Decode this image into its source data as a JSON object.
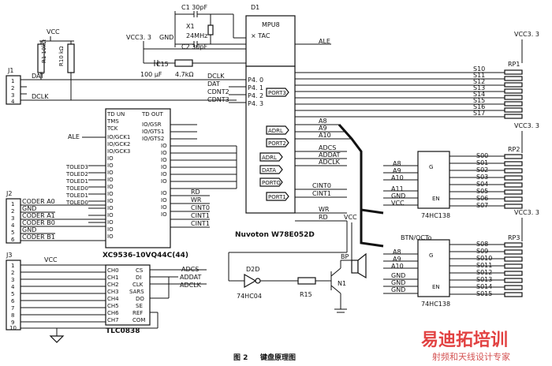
{
  "caption": {
    "fig": "图 2",
    "title": "键盘原理图"
  },
  "watermark": {
    "main": "易迪拓培训",
    "sub": "射频和天线设计专家"
  },
  "j1": {
    "ref": "J1",
    "vcc": "VCC",
    "r1": "R1 10kΩ",
    "r10": "R10 kΩ",
    "dat": "DAT",
    "dclk": "DCLK"
  },
  "osc": {
    "c1": "C1 30pF",
    "c2": "C2 30pF",
    "x1": "X1",
    "freq": "24MHz",
    "gnd": "GND",
    "c15": "C15",
    "cap": "100 μF",
    "res": "4.7kΩ",
    "vcc33": "VCC3. 3"
  },
  "d1": {
    "ref": "D1",
    "name": "MPU8",
    "tac": "× TAC",
    "ale": "ALE",
    "model": "Nuvoton W78E052D",
    "ports_left": [
      "P4. 0",
      "P4. 1",
      "P4. 2",
      "P4. 3"
    ],
    "nets_left": [
      "DCLK",
      "DAT",
      "CDNT2",
      "CDNT3"
    ],
    "bus_port": [
      "PORT3",
      "ADRL",
      "PORT2",
      "ADRL",
      "DATA",
      "PORTO",
      "PORT1"
    ],
    "pins_right": [
      "A8",
      "A9",
      "A10",
      "ADCS",
      "ADDAT",
      "ADCLK",
      "CINT0",
      "CINT1",
      "WR",
      "RD"
    ]
  },
  "cpld": {
    "ref": "XC9536-10VQ44C(44)",
    "pins_left": [
      "TD UN",
      "TMS",
      "TCK",
      "IO/GCK1",
      "IO/GCK2",
      "IO/GCK3",
      "IO",
      "IO",
      "IO",
      "IO",
      "IO",
      "IO",
      "IO",
      "IO",
      "IO",
      "IO",
      "IO",
      "IO"
    ],
    "pins_right": [
      "TD OUT",
      "IO/GSR",
      "IO/GTS1",
      "IO/GTS2",
      "IO",
      "IO",
      "IO",
      "IO",
      "IO",
      "IO",
      "IO",
      "IO",
      "IO",
      "IO"
    ],
    "nets_left": [
      "ALE",
      "TOLED3",
      "TOLED2",
      "TOLED1",
      "TOLED0",
      "TOLED1",
      "TOLED0"
    ],
    "nets_right": [
      "RD",
      "WR",
      "CINT0",
      "CINT1",
      "CINT1"
    ]
  },
  "j2": {
    "ref": "J2",
    "nets": [
      "CODER A0",
      "GND",
      "CODER A1",
      "CODER B0",
      "GND",
      "CODER B1"
    ]
  },
  "j3": {
    "ref": "J3",
    "vcc": "VCC",
    "pins": [
      "1",
      "2",
      "3",
      "4",
      "5",
      "6",
      "7",
      "8",
      "9",
      "10"
    ]
  },
  "adc": {
    "ref": "TLC0838",
    "pins_left": [
      "CH0",
      "CH1",
      "CH2",
      "CH3",
      "CH4",
      "CH5",
      "CH6",
      "CH7"
    ],
    "pins_right": [
      "CS",
      "DI",
      "CLK",
      "SARS",
      "DO",
      "SE",
      "REF",
      "COM"
    ],
    "nets": [
      "ADCS",
      "ADDAT",
      "ADCLK"
    ]
  },
  "buzzer": {
    "d2": "D2D",
    "gate": "74HC04",
    "r": "R15",
    "n1": "N1",
    "bp": "BP",
    "vcc": "VCC"
  },
  "dec": {
    "name": "74HC138",
    "inputs": [
      "A8",
      "A9",
      "A10",
      "A11",
      "GND",
      "VCC"
    ],
    "g": "G",
    "en": "EN",
    "dec2_top": "BTN/OCTo"
  },
  "rp1": {
    "ref": "RP1",
    "vcc": "VCC3. 3",
    "nets": [
      "S10",
      "S11",
      "S12",
      "S13",
      "S14",
      "S15",
      "S16",
      "S17"
    ]
  },
  "rp2": {
    "ref": "RP2",
    "vcc": "VCC3. 3",
    "nets": [
      "S00",
      "S01",
      "S02",
      "S03",
      "S04",
      "S05",
      "S06",
      "S07"
    ]
  },
  "rp3": {
    "ref": "RP3",
    "vcc": "VCC3. 3",
    "nets": [
      "S08",
      "S09",
      "S010",
      "S011",
      "S012",
      "S013",
      "S014",
      "S015"
    ]
  }
}
